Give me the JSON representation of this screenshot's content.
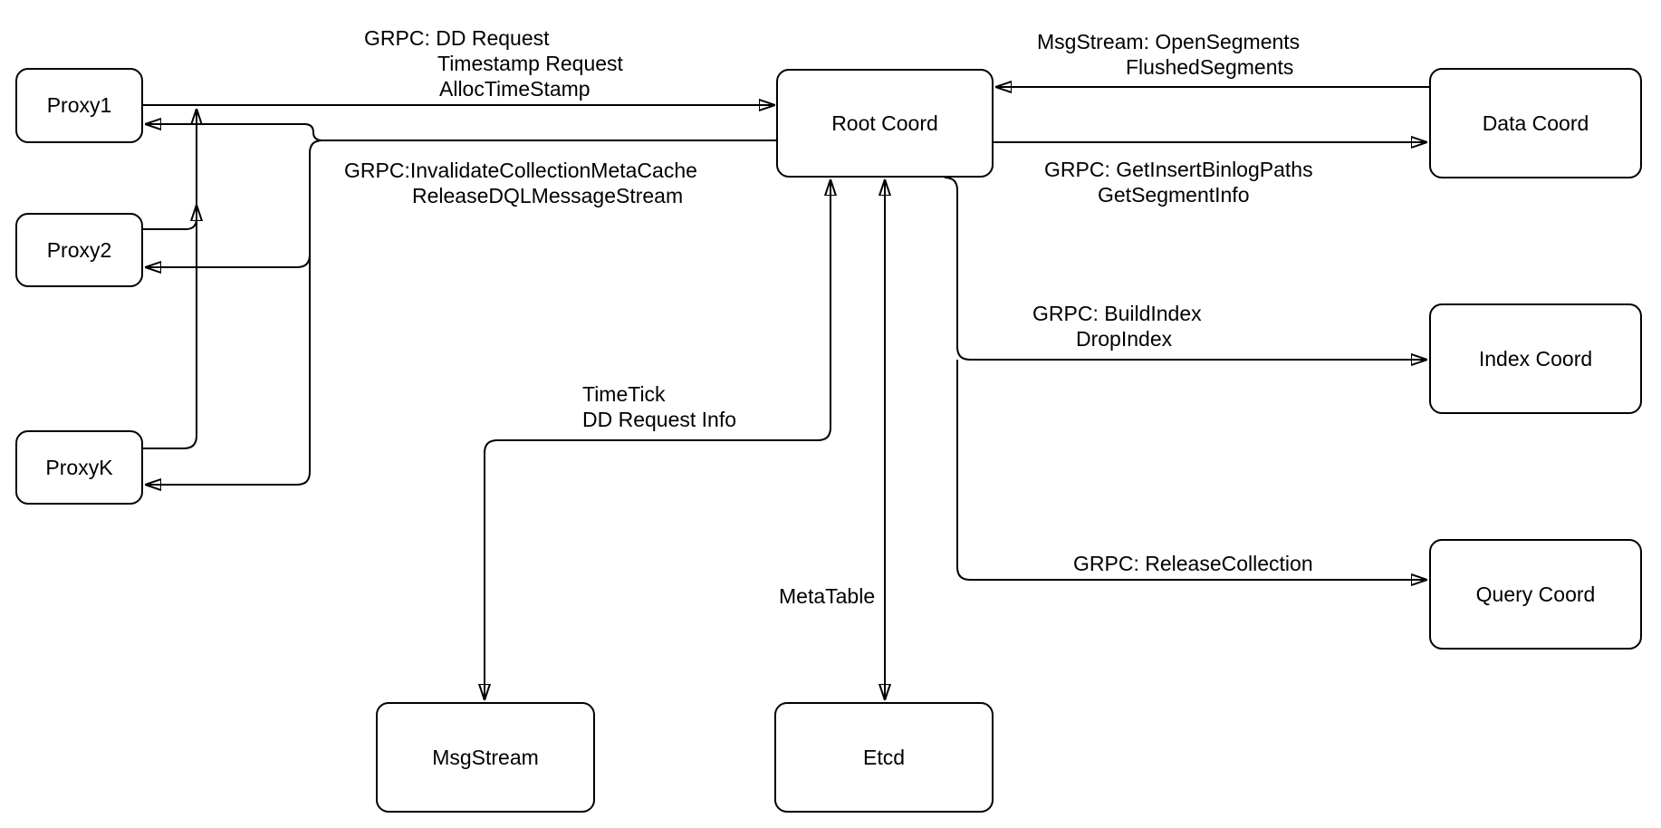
{
  "diagram": {
    "background": "#ffffff",
    "stroke_color": "#000000",
    "nodes": {
      "proxy1": {
        "label": "Proxy1"
      },
      "proxy2": {
        "label": "Proxy2"
      },
      "proxyk": {
        "label": "ProxyK"
      },
      "root_coord": {
        "label": "Root Coord"
      },
      "data_coord": {
        "label": "Data Coord"
      },
      "index_coord": {
        "label": "Index Coord"
      },
      "query_coord": {
        "label": "Query Coord"
      },
      "msgstream": {
        "label": "MsgStream"
      },
      "etcd": {
        "label": "Etcd"
      }
    },
    "edge_labels": {
      "dd_request": {
        "line1": "GRPC: DD Request",
        "line2": "Timestamp Request",
        "line3": "AllocTimeStamp"
      },
      "invalidate": {
        "line1": "GRPC:InvalidateCollectionMetaCache",
        "line2": "ReleaseDQLMessageStream"
      },
      "open_segments": {
        "line1": "MsgStream: OpenSegments",
        "line2": "FlushedSegments"
      },
      "get_insert": {
        "line1": "GRPC: GetInsertBinlogPaths",
        "line2": "GetSegmentInfo"
      },
      "build_index": {
        "line1": "GRPC: BuildIndex",
        "line2": "DropIndex"
      },
      "release_collection": {
        "line1": "GRPC: ReleaseCollection"
      },
      "time_tick": {
        "line1": "TimeTick",
        "line2": "DD Request Info"
      },
      "meta_table": {
        "line1": "MetaTable"
      }
    }
  }
}
